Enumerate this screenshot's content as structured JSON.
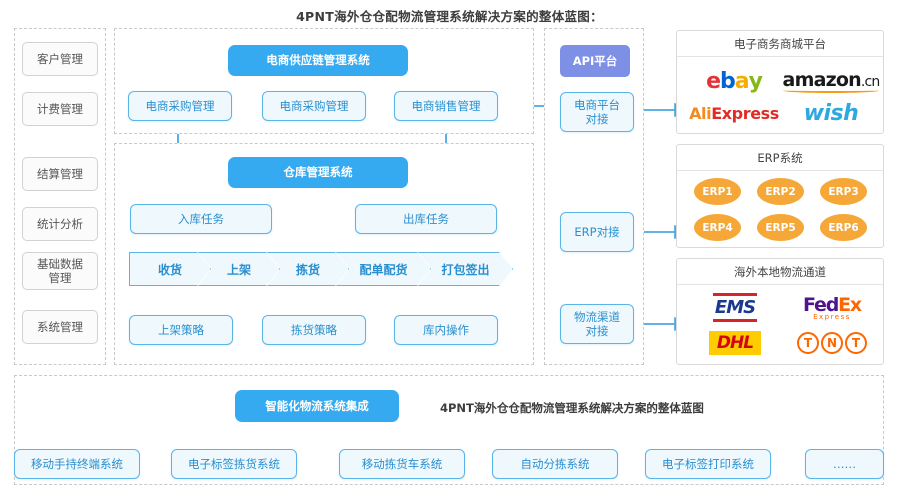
{
  "page": {
    "title": "4PNT海外仓仓配物流管理系统解决方案的整体蓝图：",
    "bottom_caption": "4PNT海外仓仓配物流管理系统解决方案的整体蓝图",
    "accent_blue": "#35aaf0",
    "accent_light_fill": "#eef8fd",
    "accent_purple": "#7e8fe6",
    "accent_orange": "#f5a738",
    "border_grey": "#c9c9c9"
  },
  "sidebar": {
    "items": [
      {
        "label": "客户管理"
      },
      {
        "label": "计费管理"
      },
      {
        "label": "结算管理"
      },
      {
        "label": "统计分析"
      },
      {
        "label": "基础数据管理"
      },
      {
        "label": "系统管理"
      }
    ]
  },
  "supply_chain": {
    "header": "电商供应链管理系统",
    "modules": [
      {
        "label": "电商采购管理"
      },
      {
        "label": "电商采购管理"
      },
      {
        "label": "电商销售管理"
      }
    ]
  },
  "warehouse": {
    "header": "仓库管理系统",
    "tasks": [
      {
        "label": "入库任务"
      },
      {
        "label": "出库任务"
      }
    ],
    "process_steps": [
      {
        "label": "收货"
      },
      {
        "label": "上架"
      },
      {
        "label": "拣货"
      },
      {
        "label": "配单配货"
      },
      {
        "label": "打包签出"
      }
    ],
    "strategies": [
      {
        "label": "上架策略"
      },
      {
        "label": "拣货策略"
      },
      {
        "label": "库内操作"
      }
    ]
  },
  "api": {
    "platform_label": "API平台",
    "connectors": [
      {
        "label": "电商平台\n对接"
      },
      {
        "label": "ERP对接"
      },
      {
        "label": "物流渠道\n对接"
      }
    ]
  },
  "right_panels": [
    {
      "title": "电子商务商城平台",
      "logos": [
        {
          "name": "ebay-logo",
          "text": "ebay"
        },
        {
          "name": "amazon-logo",
          "text": "amazon.cn"
        },
        {
          "name": "aliexpress-logo",
          "text": "AliExpress"
        },
        {
          "name": "wish-logo",
          "text": "wish"
        }
      ]
    },
    {
      "title": "ERP系统",
      "items": [
        {
          "label": "ERP1"
        },
        {
          "label": "ERP2"
        },
        {
          "label": "ERP3"
        },
        {
          "label": "ERP4"
        },
        {
          "label": "ERP5"
        },
        {
          "label": "ERP6"
        }
      ]
    },
    {
      "title": "海外本地物流通道",
      "logos": [
        {
          "name": "ems-logo",
          "text": "EMS"
        },
        {
          "name": "fedex-logo",
          "text": "FedEx Express"
        },
        {
          "name": "dhl-logo",
          "text": "DHL"
        },
        {
          "name": "tnt-logo",
          "text": "TNT"
        }
      ]
    }
  ],
  "integration": {
    "header": "智能化物流系统集成",
    "systems": [
      {
        "label": "移动手持终端系统"
      },
      {
        "label": "电子标签拣货系统"
      },
      {
        "label": "移动拣货车系统"
      },
      {
        "label": "自动分拣系统"
      },
      {
        "label": "电子标签打印系统"
      },
      {
        "label": "……"
      }
    ]
  }
}
